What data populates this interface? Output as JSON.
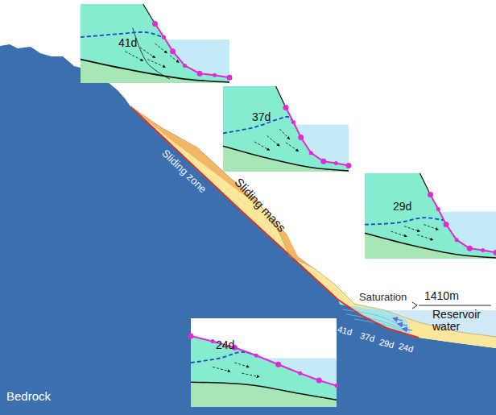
{
  "diagram": {
    "labels": [
      "41d",
      "37d",
      "29d",
      "Sliding zone",
      "Sliding mass",
      "Saturation",
      "1410m",
      "Reservoir water",
      "41d",
      "37d",
      "29d",
      "24d",
      "24d",
      "Bedrock"
    ]
  }
}
